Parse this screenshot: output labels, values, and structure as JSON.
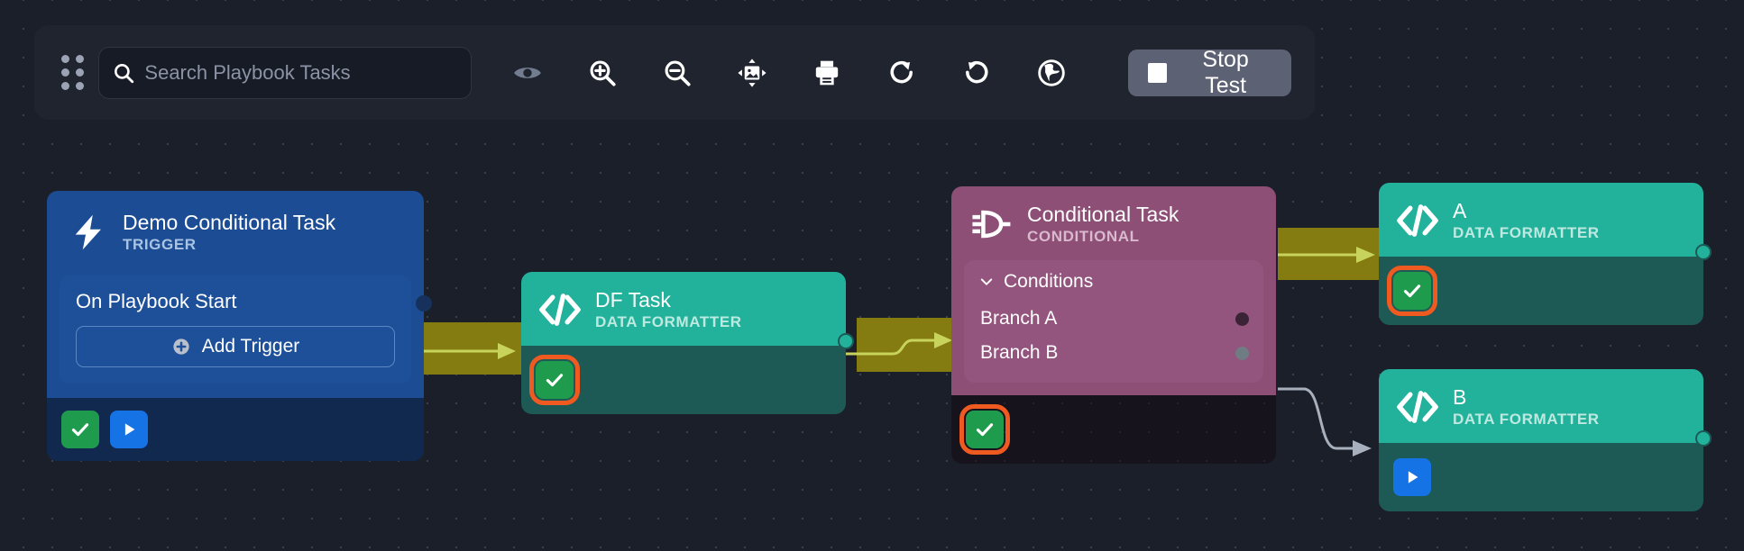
{
  "app": {
    "canvas_bg": "#1b1f2a",
    "panel_bg": "#20242f"
  },
  "toolbar": {
    "drag_handle_icon": "grid-dots-icon",
    "search": {
      "placeholder": "Search Playbook Tasks",
      "value": "",
      "icon": "search-icon"
    },
    "buttons": [
      {
        "name": "toggle-visibility-button",
        "icon": "eye-icon",
        "label": ""
      },
      {
        "name": "zoom-in-button",
        "icon": "zoom-in-icon",
        "label": ""
      },
      {
        "name": "zoom-out-button",
        "icon": "zoom-out-icon",
        "label": ""
      },
      {
        "name": "fit-to-screen-button",
        "icon": "fit-screen-icon",
        "label": ""
      },
      {
        "name": "print-button",
        "icon": "printer-icon",
        "label": ""
      },
      {
        "name": "redo-button",
        "icon": "redo-icon",
        "label": ""
      },
      {
        "name": "undo-button",
        "icon": "undo-icon",
        "label": ""
      },
      {
        "name": "globe-button",
        "icon": "globe-icon",
        "label": ""
      }
    ],
    "stop_test": {
      "label": "Stop Test",
      "icon": "stop-square-icon",
      "bg": "#5c6273"
    }
  },
  "nodes": {
    "trigger": {
      "title": "Demo Conditional Task",
      "subtitle": "TRIGGER",
      "icon": "lightning-bolt-icon",
      "color": "#1c4d94",
      "panel_row_label": "On Playbook Start",
      "add_trigger_label": "Add Trigger",
      "footer": {
        "check_label": "✓",
        "play_label": "▶"
      }
    },
    "df_task": {
      "title": "DF Task",
      "subtitle": "DATA FORMATTER",
      "icon": "code-brackets-icon",
      "color": "#22b29b",
      "footer": {
        "check_label": "✓",
        "highlighted": "true"
      }
    },
    "conditional": {
      "title": "Conditional Task",
      "subtitle": "CONDITIONAL",
      "icon": "logic-gate-icon",
      "color": "#8e4f77",
      "conditions_label": "Conditions",
      "branches": [
        {
          "label": "Branch A",
          "dot_color": "#3b2336",
          "active": "true"
        },
        {
          "label": "Branch B",
          "dot_color": "#6f7c83",
          "active": "false"
        }
      ],
      "footer": {
        "check_label": "✓",
        "highlighted": "true"
      }
    },
    "branch_a_node": {
      "title": "A",
      "subtitle": "DATA FORMATTER",
      "icon": "code-brackets-icon",
      "color": "#22b29b",
      "footer": {
        "check_label": "✓",
        "highlighted": "true"
      }
    },
    "branch_b_node": {
      "title": "B",
      "subtitle": "DATA FORMATTER",
      "icon": "code-brackets-icon",
      "color": "#22b29b",
      "footer": {
        "play_label": "▶",
        "highlighted": "false"
      }
    }
  },
  "edges": {
    "active_band_color": "#847c10",
    "active_line_color": "#c8d35c",
    "inactive_line_color": "#a9b0bd",
    "items": [
      {
        "name": "edge-trigger-to-df",
        "from": "On Playbook Start",
        "to": "DF Task",
        "state": "active"
      },
      {
        "name": "edge-df-to-conditional",
        "from": "DF Task",
        "to": "Conditional Task",
        "state": "active"
      },
      {
        "name": "edge-branch-a-to-a",
        "from": "Branch A",
        "to": "A",
        "state": "active"
      },
      {
        "name": "edge-branch-b-to-b",
        "from": "Branch B",
        "to": "B",
        "state": "inactive"
      }
    ]
  }
}
